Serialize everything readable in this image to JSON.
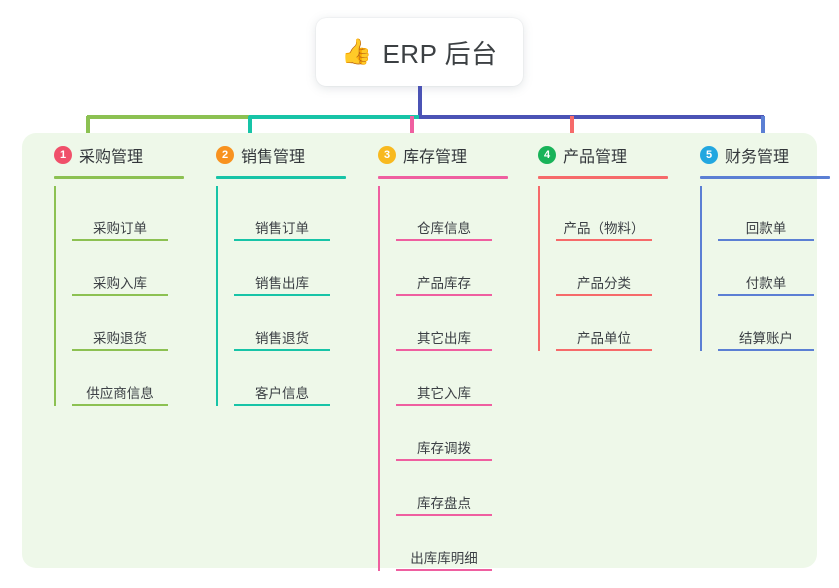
{
  "root": {
    "icon": "thumbs-up-emoji",
    "emoji": "👍",
    "title": "ERP 后台"
  },
  "palette": {
    "panel_background": "#eef8e9",
    "page_background": "#ffffff",
    "card_background": "#ffffff",
    "text": "#3c4043",
    "green": "#8cc152",
    "teal": "#17c4a7",
    "pink": "#ef5fa0",
    "red": "#f66a6a",
    "blue": "#5b7fd4",
    "root_stem": "#4b53b5",
    "badge_1": "#f0506a",
    "badge_2": "#f8921f",
    "badge_3": "#f8b91f",
    "badge_4": "#19b359",
    "badge_5": "#22a7e0"
  },
  "columns": [
    {
      "number": "1",
      "title": "采购管理",
      "badge_color": "#f0506a",
      "line_color": "#8cc152",
      "items": [
        {
          "label": "采购订单"
        },
        {
          "label": "采购入库"
        },
        {
          "label": "采购退货"
        },
        {
          "label": "供应商信息"
        }
      ]
    },
    {
      "number": "2",
      "title": "销售管理",
      "badge_color": "#f8921f",
      "line_color": "#17c4a7",
      "items": [
        {
          "label": "销售订单"
        },
        {
          "label": "销售出库"
        },
        {
          "label": "销售退货"
        },
        {
          "label": "客户信息"
        }
      ]
    },
    {
      "number": "3",
      "title": "库存管理",
      "badge_color": "#f8b91f",
      "line_color": "#ef5fa0",
      "items": [
        {
          "label": "仓库信息"
        },
        {
          "label": "产品库存"
        },
        {
          "label": "其它出库"
        },
        {
          "label": "其它入库"
        },
        {
          "label": "库存调拨"
        },
        {
          "label": "库存盘点"
        },
        {
          "label": "出库库明细"
        }
      ]
    },
    {
      "number": "4",
      "title": "产品管理",
      "badge_color": "#19b359",
      "line_color": "#f66a6a",
      "items": [
        {
          "label": "产品（物料）"
        },
        {
          "label": "产品分类"
        },
        {
          "label": "产品单位"
        }
      ]
    },
    {
      "number": "5",
      "title": "财务管理",
      "badge_color": "#22a7e0",
      "line_color": "#5b7fd4",
      "items": [
        {
          "label": "回款单"
        },
        {
          "label": "付款单"
        },
        {
          "label": "结算账户"
        }
      ]
    }
  ]
}
